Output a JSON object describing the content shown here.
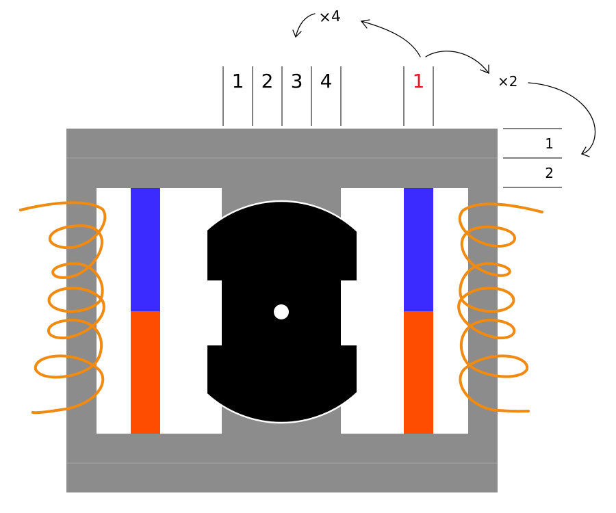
{
  "colors": {
    "core": "#8c8c8c",
    "core_seam": "#a5a5a5",
    "magnet_north": "#3b2bff",
    "magnet_south": "#ff4d00",
    "rotor": "#000000",
    "coil": "#f08a10",
    "highlight": "#e8141c",
    "ink": "#000000"
  },
  "top_slots": {
    "group": [
      "1",
      "2",
      "3",
      "4"
    ],
    "single": "1"
  },
  "annotations": {
    "times_four": "×4",
    "times_two": "×2"
  },
  "layer_labels": [
    "1",
    "2"
  ],
  "icons": {
    "arrow": "curved-arrow-icon"
  }
}
